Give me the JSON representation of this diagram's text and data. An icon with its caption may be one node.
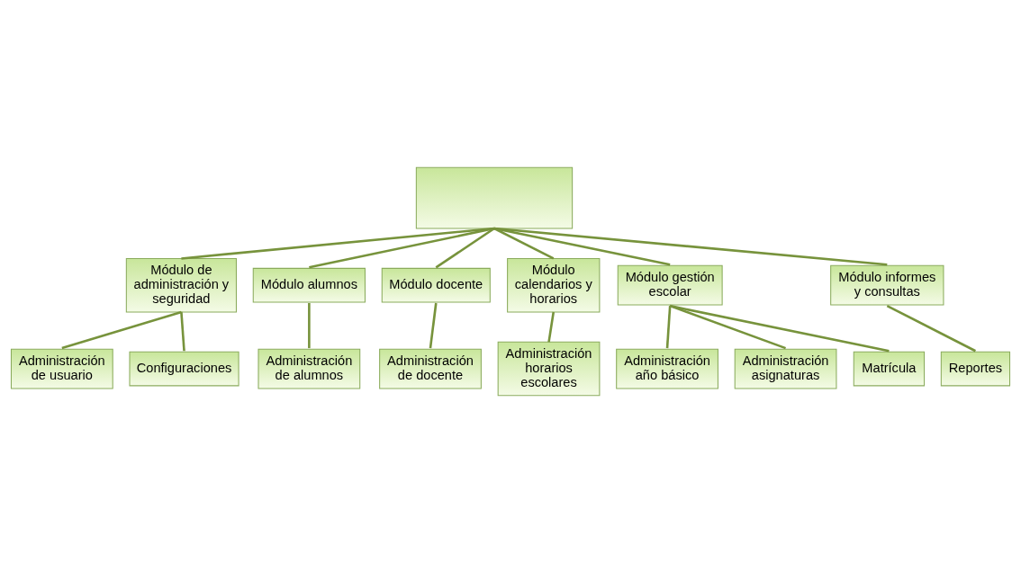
{
  "diagram": {
    "nodes": [
      {
        "text": [],
        "shape": "box"
      },
      {
        "text": [
          "Módulo de administración y seguridad"
        ]
      },
      {
        "text": [
          "Módulo alumnos"
        ]
      },
      {
        "text": [
          "Módulo docente"
        ]
      },
      {
        "text": [
          "Módulo calendarios y horarios"
        ]
      },
      {
        "text": [
          "Módulo gestión escolar"
        ]
      },
      {
        "text": [
          "Módulo informes y consultas"
        ]
      },
      {
        "text": [
          "Administración de usuario"
        ]
      },
      {
        "text": [
          "Configuraciones"
        ]
      },
      {
        "text": [
          "Administración de alumnos"
        ]
      },
      {
        "text": [
          "Administración de docente"
        ]
      },
      {
        "text": [
          "Administración horarios escolares"
        ]
      },
      {
        "text": [
          "Administración año básico"
        ]
      },
      {
        "text": [
          "Administración asignaturas"
        ]
      },
      {
        "text": [
          "Matrícula"
        ]
      },
      {
        "text": [
          "Reportes"
        ]
      }
    ],
    "edges": [
      {
        "from": 0,
        "to": 1,
        "arrow": "none"
      },
      {
        "from": 0,
        "to": 2,
        "arrow": "none"
      },
      {
        "from": 0,
        "to": 3,
        "arrow": "none"
      },
      {
        "from": 0,
        "to": 4,
        "arrow": "none"
      },
      {
        "from": 0,
        "to": 5,
        "arrow": "none"
      },
      {
        "from": 0,
        "to": 6,
        "arrow": "none"
      },
      {
        "from": 1,
        "to": 7,
        "arrow": "none"
      },
      {
        "from": 1,
        "to": 8,
        "arrow": "none"
      },
      {
        "from": 2,
        "to": 9,
        "arrow": "none"
      },
      {
        "from": 3,
        "to": 10,
        "arrow": "none"
      },
      {
        "from": 4,
        "to": 11,
        "arrow": "none"
      },
      {
        "from": 5,
        "to": 12,
        "arrow": "none"
      },
      {
        "from": 5,
        "to": 13,
        "arrow": "none"
      },
      {
        "from": 5,
        "to": 14,
        "arrow": "none"
      },
      {
        "from": 6,
        "to": 15,
        "arrow": "none"
      }
    ]
  }
}
